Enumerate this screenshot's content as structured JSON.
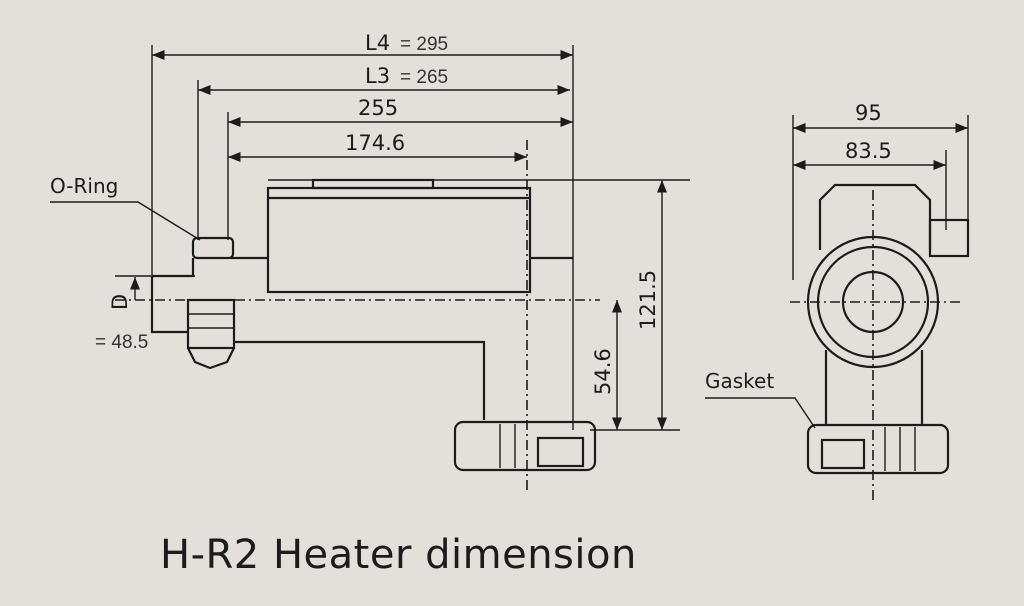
{
  "title": "H-R2 Heater dimension",
  "side_view": {
    "dimensions": {
      "l4_label": "L4",
      "l4_value": "= 295",
      "l3_label": "L3",
      "l3_value": "= 265",
      "d255": "255",
      "d174": "174.6",
      "d121": "121.5",
      "d54": "54.6",
      "d_label": "D",
      "d_value": "= 48.5"
    },
    "labels": {
      "oring": "O-Ring"
    }
  },
  "end_view": {
    "dimensions": {
      "d95": "95",
      "d83": "83.5"
    },
    "labels": {
      "gasket": "Gasket"
    }
  }
}
